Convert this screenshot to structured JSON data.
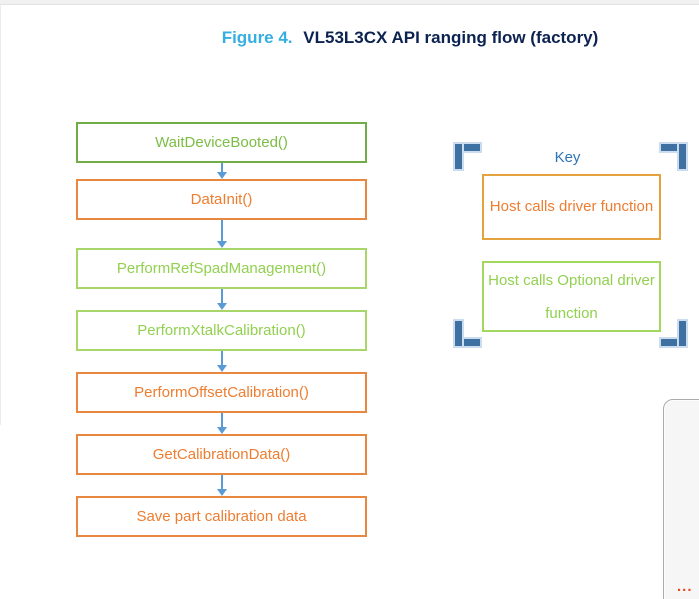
{
  "title": {
    "prefix": "Figure 4.",
    "text": "VL53L3CX API ranging flow (factory)"
  },
  "flow": {
    "steps": [
      {
        "label": "WaitDeviceBooted()",
        "type": "optional-dark"
      },
      {
        "label": "DataInit()",
        "type": "driver"
      },
      {
        "label": "PerformRefSpadManagement()",
        "type": "optional"
      },
      {
        "label": "PerformXtalkCalibration()",
        "type": "optional"
      },
      {
        "label": "PerformOffsetCalibration()",
        "type": "driver"
      },
      {
        "label": "GetCalibrationData()",
        "type": "driver"
      },
      {
        "label": "Save part calibration data",
        "type": "driver"
      }
    ]
  },
  "key": {
    "label": "Key",
    "entries": [
      {
        "label": "Host calls driver function",
        "type": "driver"
      },
      {
        "label": "Host calls Optional driver function",
        "type": "optional"
      }
    ]
  },
  "side_panel": {
    "truncation_indicator": "..."
  },
  "colors": {
    "title_prefix_blue": "#35aee2",
    "title_navy": "#0c2250",
    "green_dark": "#70ad47",
    "green_light": "#92d050",
    "orange": "#ed7d31",
    "key_orange_border": "#e5a33e",
    "arrow_blue": "#5b9bd5",
    "bracket_blue": "#3e70a1",
    "bracket_halo": "#cbdcee",
    "key_label_blue": "#2e74b5",
    "panel_gray": "#f6f6f6",
    "ellipsis_red": "#e14b1f"
  }
}
